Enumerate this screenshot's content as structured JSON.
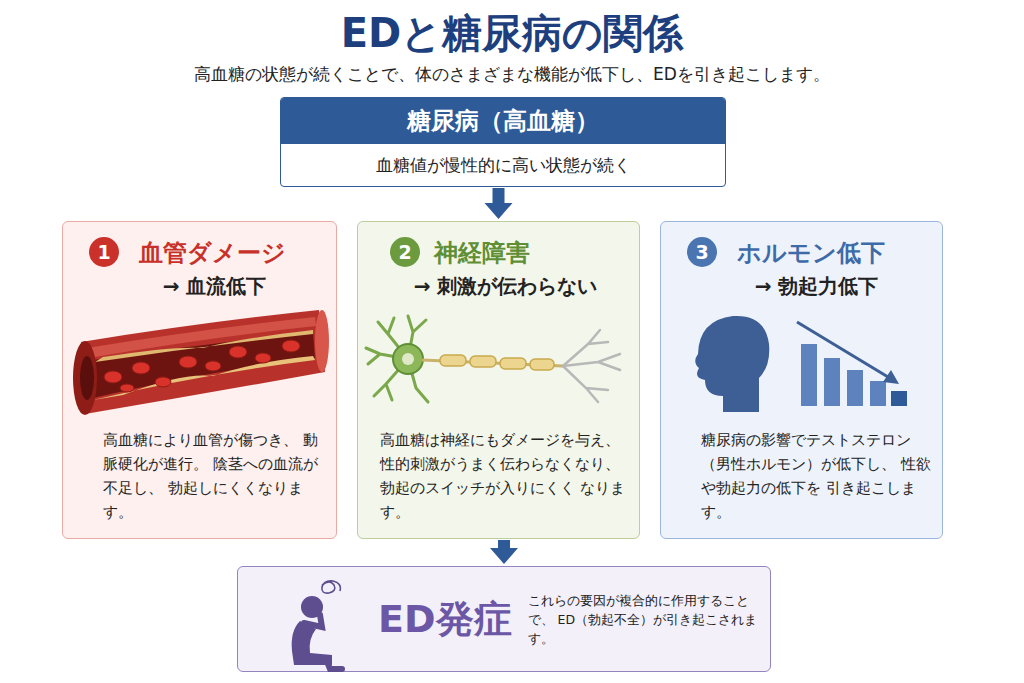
{
  "diagram": {
    "title": "EDと糖尿病の関係",
    "nodes": [
      {
        "text": [
          "糖尿病（高血糖）",
          "血糖値が慢性的に高い状態が続く"
        ]
      },
      {
        "text": [
          "血管ダメージ",
          "→ 血流低下",
          "高血糖により血管が傷つき、 動脈硬化が進行。 陰茎への血流が不足し、 勃起しにくくなります。"
        ]
      },
      {
        "text": [
          "1"
        ],
        "in": 1
      },
      {
        "text": [
          "神経障害",
          "→ 刺激が伝わらない",
          "高血糖は神経にもダメージを与え、 性的刺激がうまく伝わらなくなり、 勃起のスイッチが入りにくく なります。"
        ]
      },
      {
        "text": [
          "2"
        ],
        "in": 3
      },
      {
        "text": [
          "ホルモン低下",
          "→ 勃起力低下",
          "糖尿病の影響でテストステロン （男性ホルモン）が低下し、 性欲や勃起力の低下を 引き起こします。"
        ]
      },
      {
        "text": [
          "3"
        ],
        "in": 5
      },
      {
        "text": [
          "ED発症",
          "これらの要因が複合的に作用することで、 ED（勃起不全）が引き起こされます。"
        ]
      }
    ],
    "edges": [
      {
        "from": 0,
        "to": 3,
        "arrow": "to"
      },
      {
        "from": 3,
        "to": 7,
        "arrow": "to"
      }
    ],
    "labels": [
      "高血糖の状態が続くことで、体のさまざまな機能が低下し、EDを引き起こします。"
    ]
  }
}
